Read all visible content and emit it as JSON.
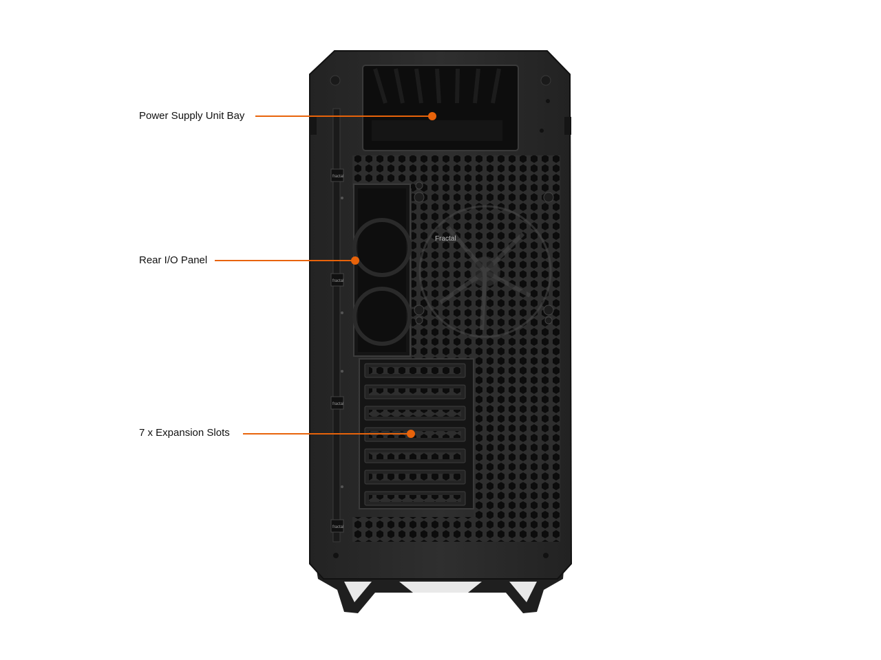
{
  "callouts": [
    {
      "id": "psu",
      "label": "Power Supply Unit Bay"
    },
    {
      "id": "io",
      "label": "Rear I/O Panel"
    },
    {
      "id": "slots",
      "label": "7 x Expansion Slots"
    }
  ],
  "badges": {
    "fan_logo": "Fractal",
    "rail_logo": "fractal"
  },
  "colors": {
    "accent": "#E8630A",
    "case_body": "#2b2b2b",
    "case_dark": "#161616",
    "mesh_hole": "#0b0b0b",
    "background": "#ffffff",
    "label_text": "#111111"
  },
  "expansion_slot_count": 7
}
